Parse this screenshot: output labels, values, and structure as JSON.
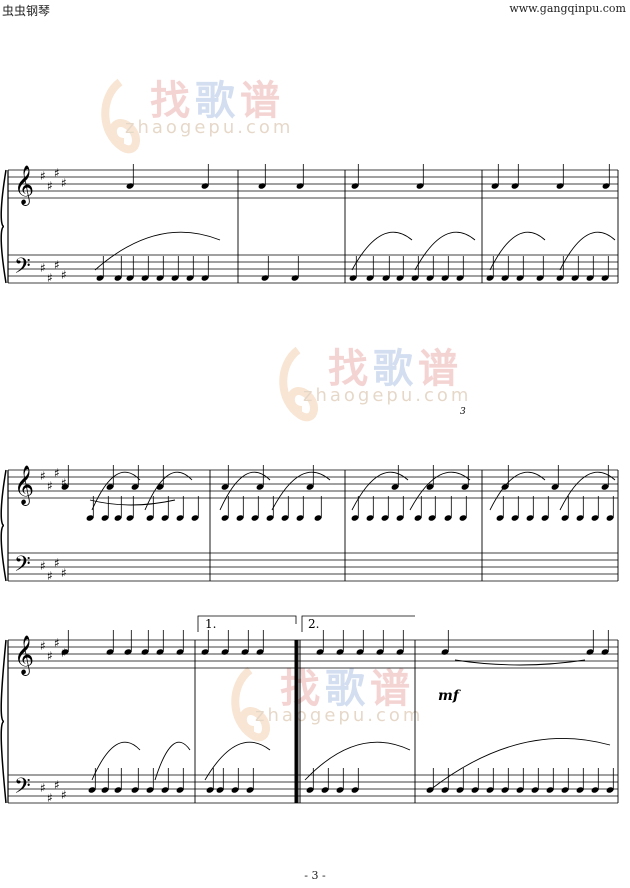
{
  "header": {
    "left_text": "虫虫钢琴",
    "right_text": "www.gangqinpu.com"
  },
  "watermark": {
    "text": "zhaogepu.com",
    "logo_letters": "找歌谱"
  },
  "score": {
    "volta_1": "1.",
    "volta_2": "2.",
    "dynamic": "mf",
    "triplet": "3"
  },
  "footer": {
    "page_number": "- 3 -"
  }
}
